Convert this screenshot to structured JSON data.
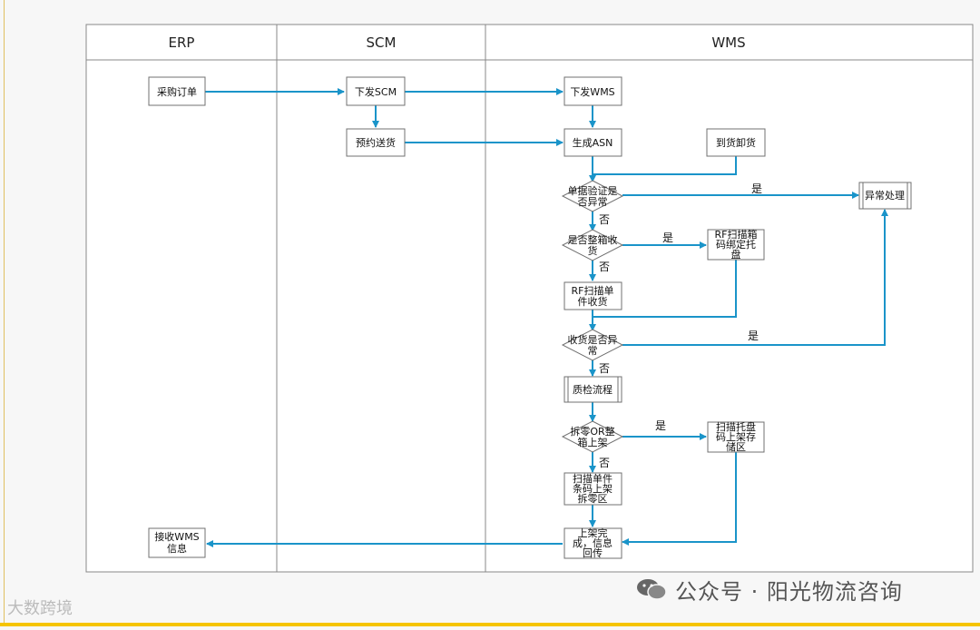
{
  "lanes": {
    "erp": "ERP",
    "scm": "SCM",
    "wms": "WMS"
  },
  "nodes": {
    "purchase_order": "采购订单",
    "issue_scm": "下发SCM",
    "issue_wms": "下发WMS",
    "appointment": "预约送货",
    "generate_asn": "生成ASN",
    "arrival_unload": "到货卸货",
    "doc_check": [
      "单据验证是",
      "否异常"
    ],
    "exception": "异常处理",
    "full_box": [
      "是否整箱收",
      "货"
    ],
    "rf_box": [
      "RF扫描箱",
      "码绑定托",
      "盘"
    ],
    "rf_single": [
      "RF扫描单",
      "件收货"
    ],
    "receipt_exc": [
      "收货是否异",
      "常"
    ],
    "qc": "质检流程",
    "split_or_full": [
      "拆零OR整",
      "箱上架"
    ],
    "scan_pallet": [
      "扫描托盘",
      "码上架存",
      "储区"
    ],
    "scan_single": [
      "扫描单件",
      "条码上架",
      "拆零区"
    ],
    "done": [
      "上架完",
      "成，信息",
      "回传"
    ],
    "receive_info": [
      "接收WMS",
      "信息"
    ]
  },
  "labels": {
    "yes": "是",
    "no": "否"
  },
  "watermark": "公众号 · 阳光物流咨询",
  "logo": "大数跨境",
  "colors": {
    "arrow": "#1a94c9",
    "node_fill": "#ffffff",
    "node_stroke": "#707070",
    "accent": "#f5c400"
  }
}
